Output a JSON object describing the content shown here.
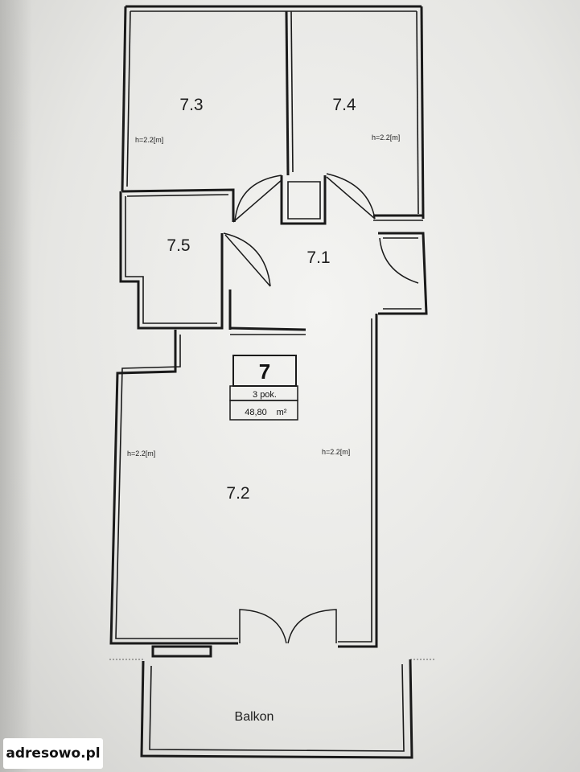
{
  "rooms": {
    "r73": "7.3",
    "r74": "7.4",
    "r75": "7.5",
    "r71": "7.1",
    "r72": "7.2"
  },
  "heights": {
    "h73": "h=2.2[m]",
    "h74": "h=2.2[m]",
    "h72_left": "h=2.2[m]",
    "h72_right": "h=2.2[m]"
  },
  "unit": {
    "number": "7",
    "rooms": "3 pok.",
    "area": "48,80",
    "area_unit": "m²"
  },
  "balcony_label": "Balkon",
  "watermark": "adresowo.pl"
}
